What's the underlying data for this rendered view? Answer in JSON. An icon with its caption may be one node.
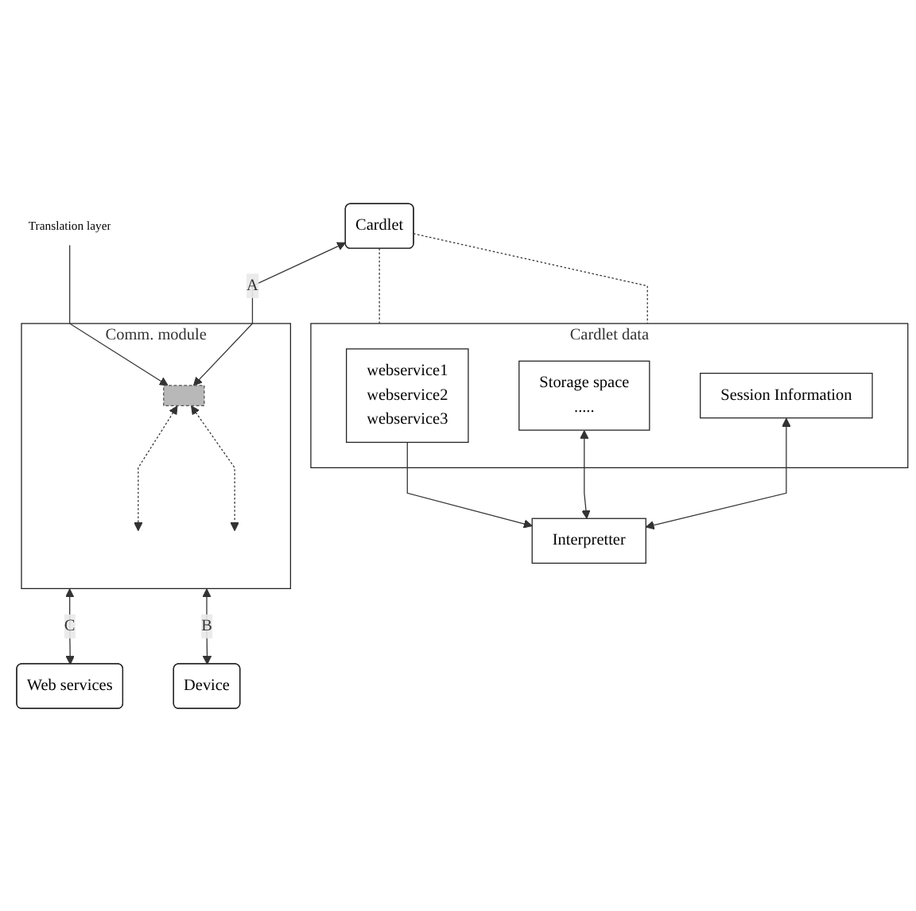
{
  "diagram": {
    "nodes": [
      {
        "text": [
          "Translation layer"
        ]
      },
      {
        "text": [
          "Comm. module"
        ]
      },
      {
        "text": [],
        "shape": "box",
        "in": 1
      },
      {
        "text": [
          "Cardlet"
        ]
      },
      {
        "text": [
          "Web services"
        ]
      },
      {
        "text": [
          "Device"
        ]
      },
      {
        "text": [
          "Cardlet data"
        ]
      },
      {
        "text": [
          "webservice1",
          "webservice2",
          "webservice3"
        ],
        "in": 6
      },
      {
        "text": [
          "Storage space",
          "....."
        ],
        "in": 6
      },
      {
        "text": [
          "Session Information"
        ],
        "in": 6
      },
      {
        "text": [
          "Interpretter"
        ]
      }
    ],
    "edges": [
      {
        "from": 0,
        "to": 2,
        "arrow": "to"
      },
      {
        "from": 3,
        "to": 2,
        "arrow": "both",
        "label": "A"
      },
      {
        "from": 2,
        "to": null,
        "arrow": "both",
        "style": "dashed"
      },
      {
        "from": 2,
        "to": null,
        "arrow": "both",
        "style": "dashed"
      },
      {
        "from": 1,
        "to": 4,
        "arrow": "both",
        "label": "C"
      },
      {
        "from": 1,
        "to": 5,
        "arrow": "both",
        "label": "B"
      },
      {
        "from": 3,
        "to": 6,
        "arrow": "none",
        "style": "dashed"
      },
      {
        "from": 3,
        "to": 6,
        "arrow": "none",
        "style": "dashed"
      },
      {
        "from": 7,
        "to": 10,
        "arrow": "to"
      },
      {
        "from": 8,
        "to": 10,
        "arrow": "both"
      },
      {
        "from": 9,
        "to": 10,
        "arrow": "both"
      }
    ]
  }
}
